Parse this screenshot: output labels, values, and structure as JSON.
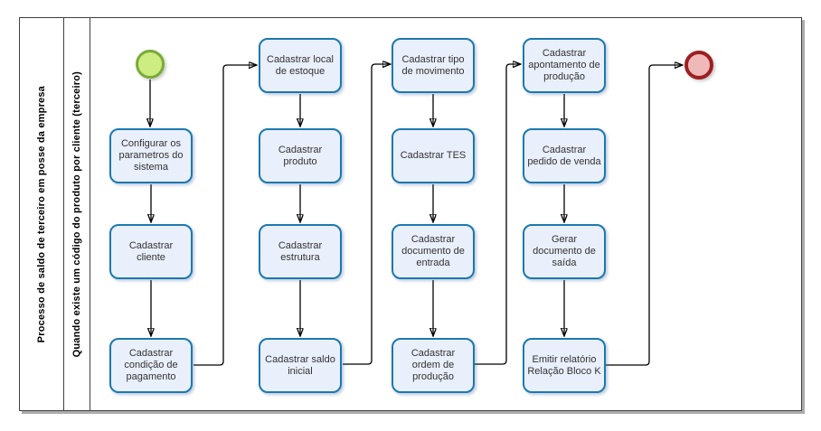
{
  "pool": {
    "title": "Processo de saldo de terceiro em posse da empresa",
    "lane": "Quando existe um código do produto por cliente (terceiro)"
  },
  "events": {
    "start_label": "",
    "end_label": ""
  },
  "tasks": [
    {
      "id": "t0",
      "label": "Configurar os parametros do sistema"
    },
    {
      "id": "t1",
      "label": "Cadastrar cliente"
    },
    {
      "id": "t2",
      "label": "Cadastrar condição de pagamento"
    },
    {
      "id": "t3",
      "label": "Cadastrar local de estoque"
    },
    {
      "id": "t4",
      "label": "Cadastrar produto"
    },
    {
      "id": "t5",
      "label": "Cadastrar estrutura"
    },
    {
      "id": "t6",
      "label": "Cadastrar saldo inicial"
    },
    {
      "id": "t7",
      "label": "Cadastrar tipo de movimento"
    },
    {
      "id": "t8",
      "label": "Cadastrar TES"
    },
    {
      "id": "t9",
      "label": "Cadastrar documento de entrada"
    },
    {
      "id": "t10",
      "label": "Cadastrar ordem de produção"
    },
    {
      "id": "t11",
      "label": "Cadastrar apontamento de produção"
    },
    {
      "id": "t12",
      "label": "Cadastrar pedido de venda"
    },
    {
      "id": "t13",
      "label": "Gerar documento de saída"
    },
    {
      "id": "t14",
      "label": "Emitir relatório Relação Bloco K"
    }
  ],
  "flows": [
    {
      "from": "start",
      "to": "t0"
    },
    {
      "from": "t0",
      "to": "t1"
    },
    {
      "from": "t1",
      "to": "t2"
    },
    {
      "from": "t2",
      "to": "t3"
    },
    {
      "from": "t3",
      "to": "t4"
    },
    {
      "from": "t4",
      "to": "t5"
    },
    {
      "from": "t5",
      "to": "t6"
    },
    {
      "from": "t6",
      "to": "t7"
    },
    {
      "from": "t7",
      "to": "t8"
    },
    {
      "from": "t8",
      "to": "t9"
    },
    {
      "from": "t9",
      "to": "t10"
    },
    {
      "from": "t10",
      "to": "t11"
    },
    {
      "from": "t11",
      "to": "t12"
    },
    {
      "from": "t12",
      "to": "t13"
    },
    {
      "from": "t13",
      "to": "t14"
    },
    {
      "from": "t14",
      "to": "end"
    }
  ],
  "colors": {
    "task_fill": "#e9effb",
    "task_border": "#1b79ae",
    "task_text": "#333333",
    "start_fill": "#cdec82",
    "start_border": "#79ab35",
    "end_fill": "#f0b9b9",
    "end_border": "#9e1f21",
    "connector": "#000000",
    "pool_border": "#3f3f3f"
  }
}
